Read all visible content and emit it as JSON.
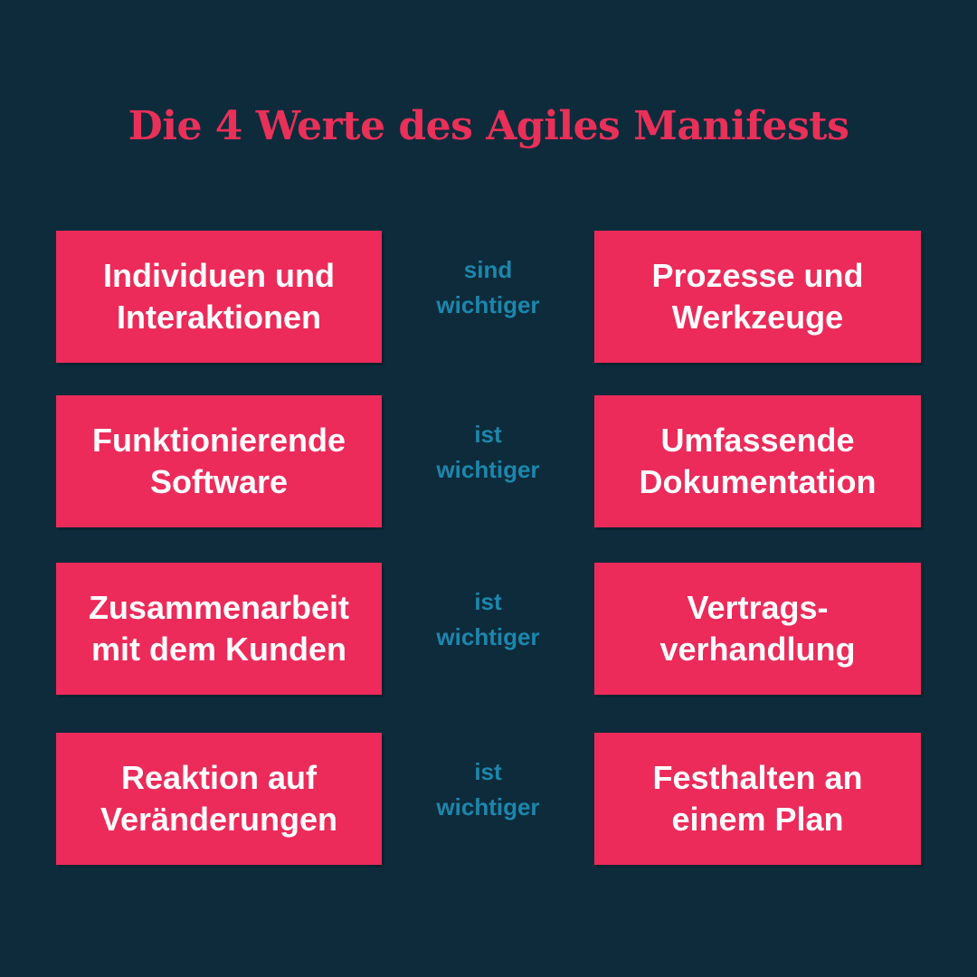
{
  "title": "Die 4 Werte des Agiles Manifests",
  "colors": {
    "background": "#0d2b3b",
    "box": "#ec2b5a",
    "title": "#e93059",
    "accent_text": "#1d86ac",
    "box_text": "#ffffff"
  },
  "rows": [
    {
      "left": "Individuen und\nInteraktionen",
      "middle": "sind\nwichtiger",
      "right": "Prozesse und\nWerkzeuge"
    },
    {
      "left": "Funktionierende\nSoftware",
      "middle": "ist\nwichtiger",
      "right": "Umfassende\nDokumentation"
    },
    {
      "left": "Zusammenarbeit\nmit dem Kunden",
      "middle": "ist\nwichtiger",
      "right": "Vertrags-\nverhandlung"
    },
    {
      "left": "Reaktion auf\nVeränderungen",
      "middle": "ist\nwichtiger",
      "right": "Festhalten an\neinem Plan"
    }
  ]
}
